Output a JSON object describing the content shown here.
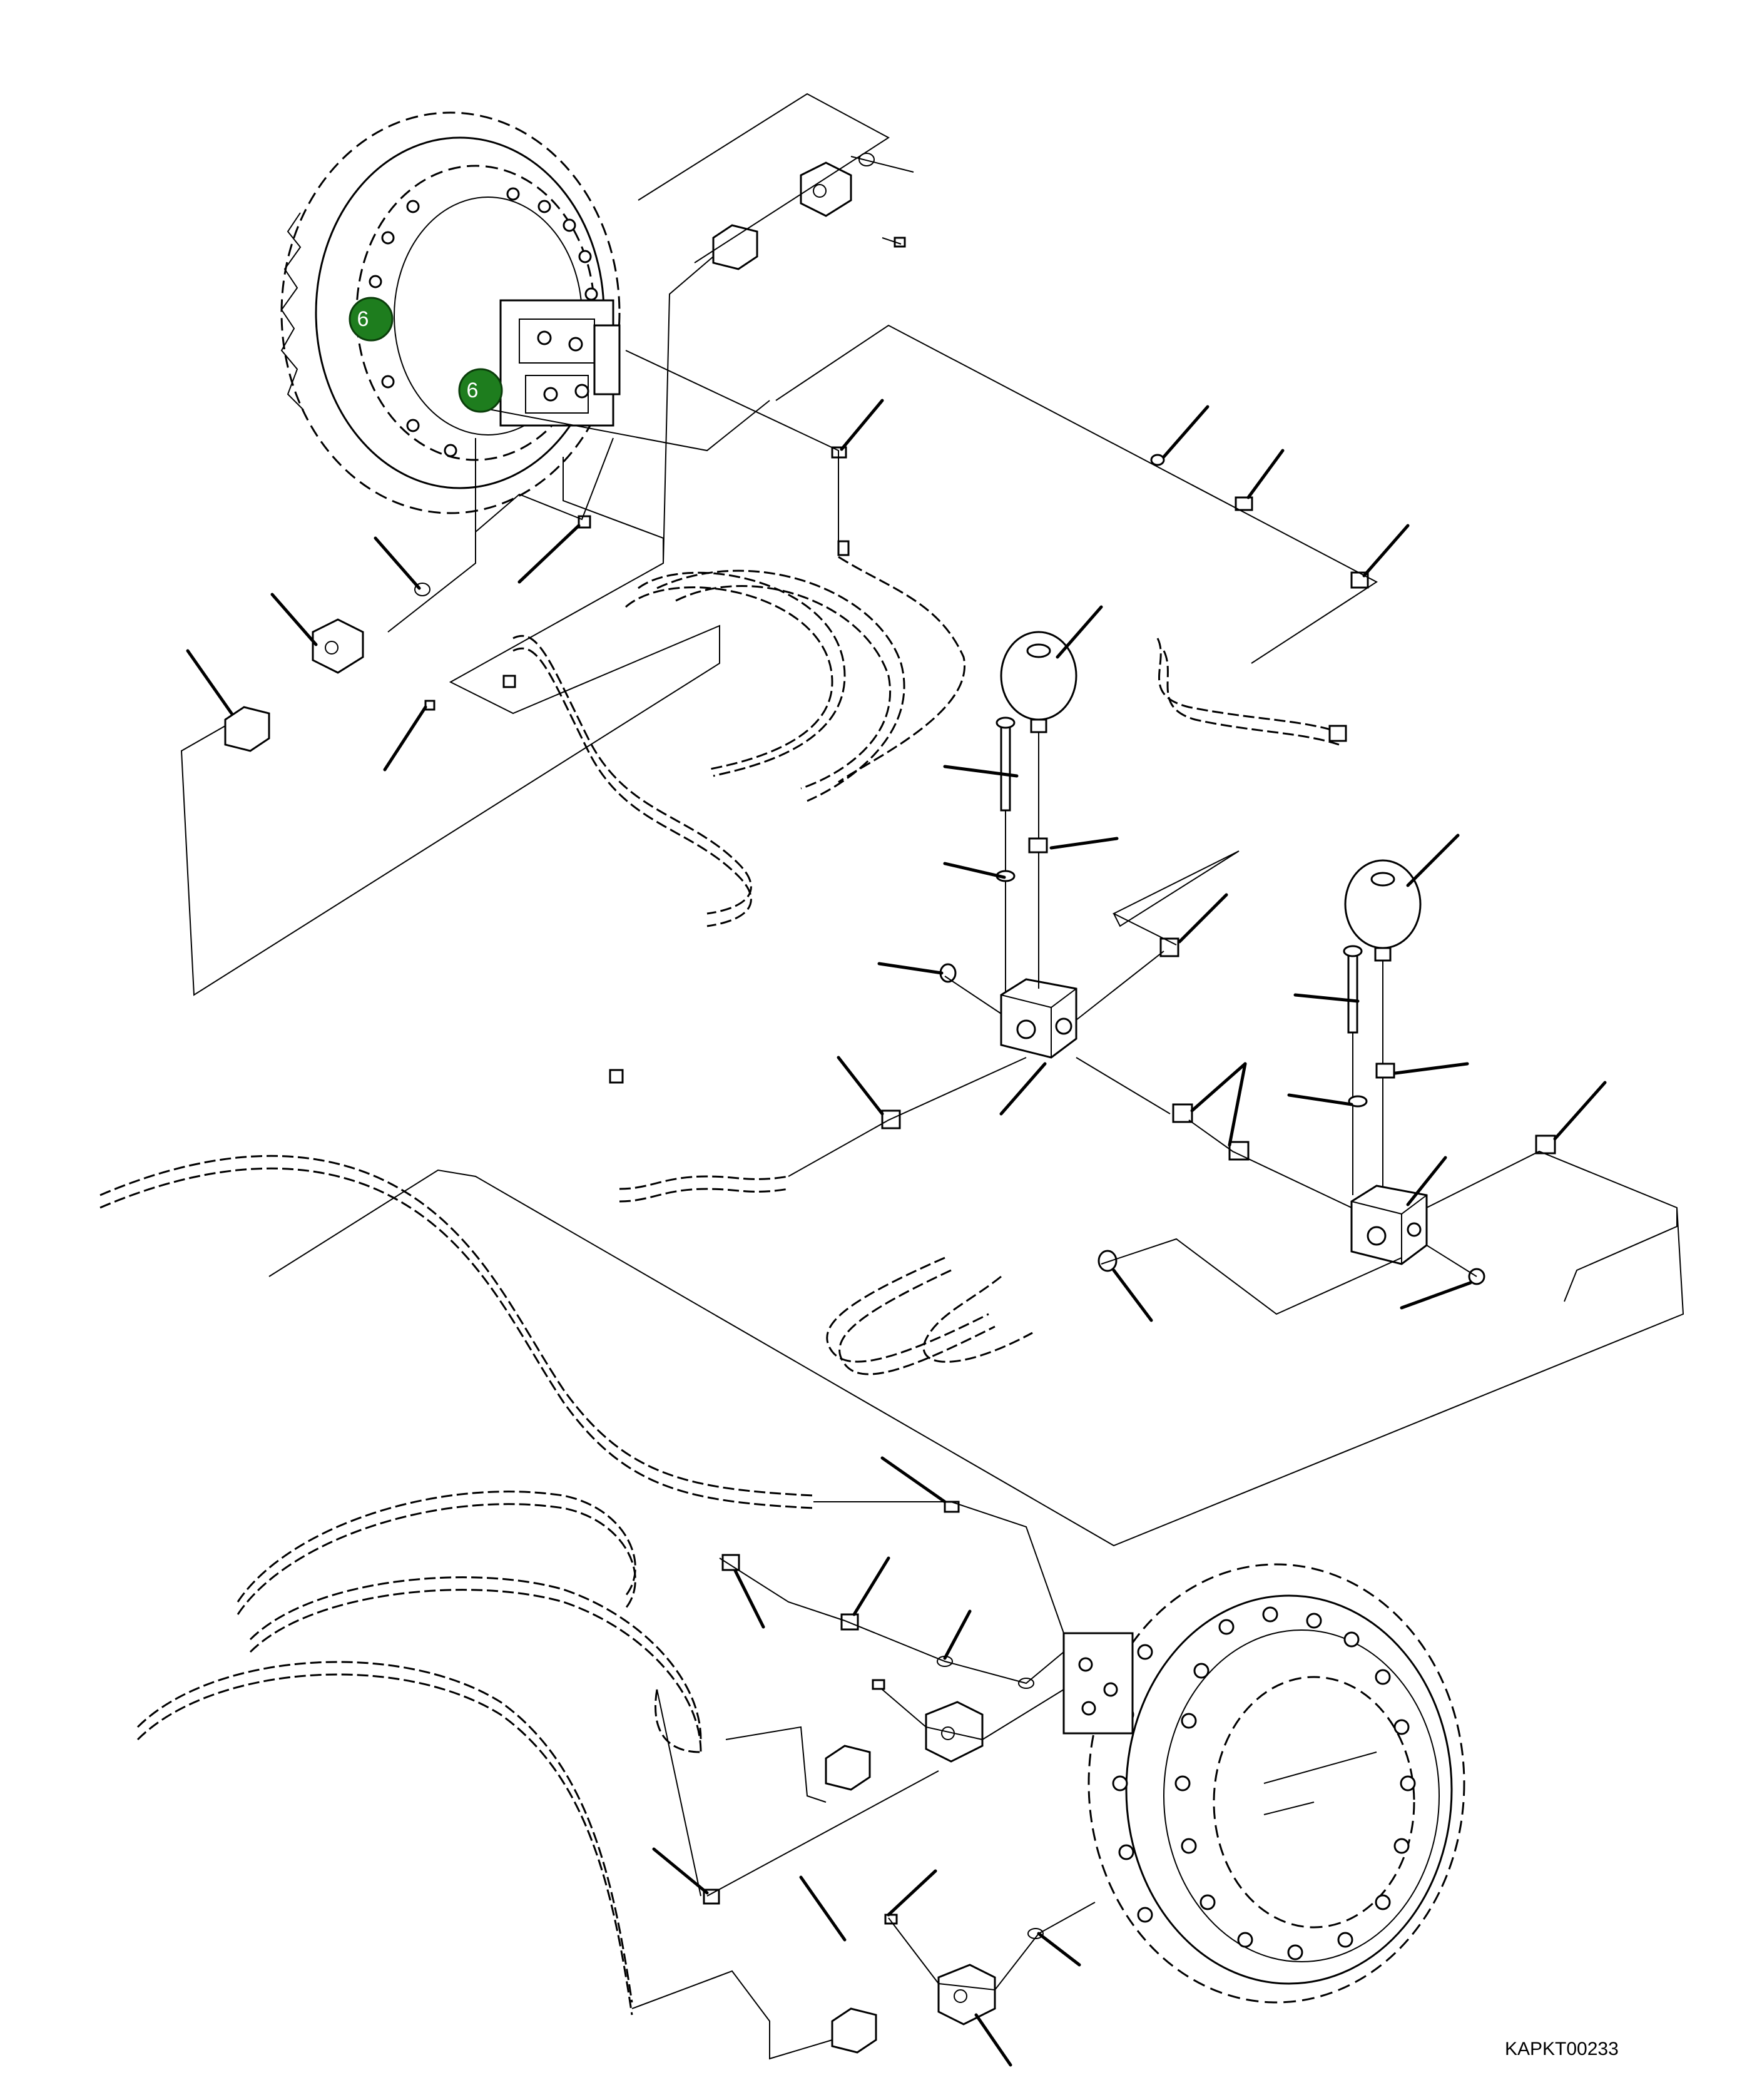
{
  "figure": {
    "reference_code": "KAPKT00233"
  },
  "callouts": [
    {
      "label": "6",
      "color": "#1e7d1e"
    },
    {
      "label": "6",
      "color": "#1e7d1e"
    }
  ],
  "colors": {
    "line": "#000000",
    "background": "#ffffff",
    "callout": "#1e7d1e"
  }
}
